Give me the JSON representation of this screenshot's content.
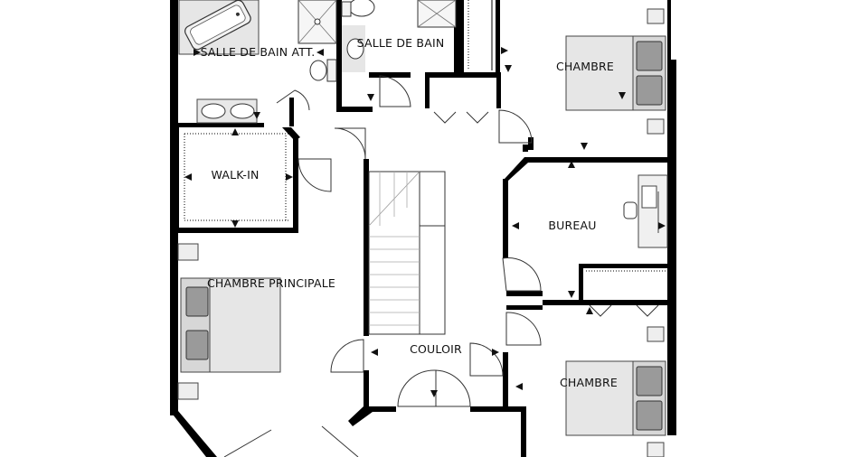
{
  "rooms": {
    "salle_de_bain_att": "SALLE DE BAIN ATT.",
    "salle_de_bain": "SALLE DE BAIN",
    "chambre_top_right": "CHAMBRE",
    "walk_in": "WALK-IN",
    "bureau": "BUREAU",
    "chambre_principale": "CHAMBRE PRINCIPALE",
    "couloir": "COULOIR",
    "chambre_bottom_right": "CHAMBRE"
  },
  "colors": {
    "wall": "#000000",
    "furniture_fill": "#e6e6e6",
    "furniture_dark": "#9a9a9a",
    "background": "#ffffff"
  }
}
